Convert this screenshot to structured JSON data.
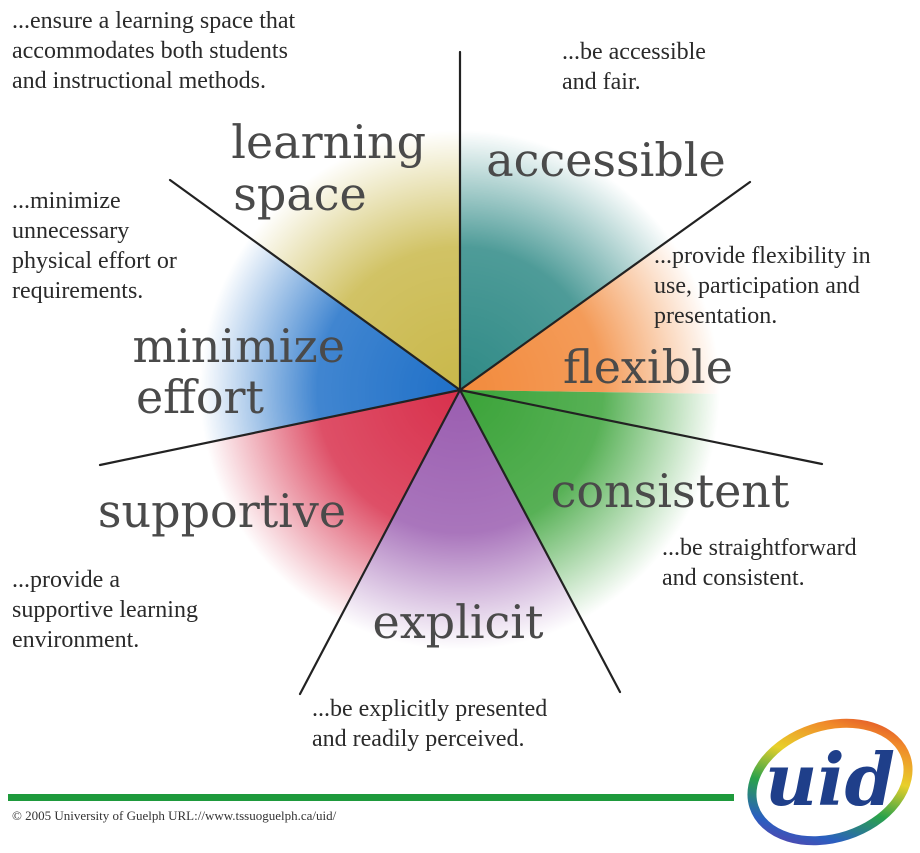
{
  "principles": [
    {
      "key": "learning-space",
      "title_lines": [
        "learning",
        "space"
      ],
      "desc_lines": [
        "...ensure a learning space that",
        "accommodates both students",
        "and instructional methods."
      ],
      "color": "#c9b84a"
    },
    {
      "key": "accessible",
      "title_lines": [
        "accessible"
      ],
      "desc_lines": [
        "...be accessible",
        "and fair."
      ],
      "color": "#2f8a86"
    },
    {
      "key": "flexible",
      "title_lines": [
        "flexible"
      ],
      "desc_lines": [
        "...provide flexibility in",
        "use, participation and",
        "presentation."
      ],
      "color": "#f28a3c"
    },
    {
      "key": "consistent",
      "title_lines": [
        "consistent"
      ],
      "desc_lines": [
        "...be straightforward",
        "and consistent."
      ],
      "color": "#3aa338"
    },
    {
      "key": "explicit",
      "title_lines": [
        "explicit"
      ],
      "desc_lines": [
        "...be explicitly presented",
        "and readily perceived."
      ],
      "color": "#9a5db0"
    },
    {
      "key": "supportive",
      "title_lines": [
        "supportive"
      ],
      "desc_lines": [
        "...provide a",
        "supportive learning",
        "environment."
      ],
      "color": "#d8304c"
    },
    {
      "key": "minimize-effort",
      "title_lines": [
        "minimize",
        "effort"
      ],
      "desc_lines": [
        "...minimize",
        "unnecessary",
        "physical effort or",
        "requirements."
      ],
      "color": "#1f70c8"
    }
  ],
  "footer": {
    "copyright": "© 2005 University of Guelph URL://www.tssuoguelph.ca/uid/",
    "bar_color": "#1e9a3c"
  },
  "logo": {
    "text": "uid"
  }
}
